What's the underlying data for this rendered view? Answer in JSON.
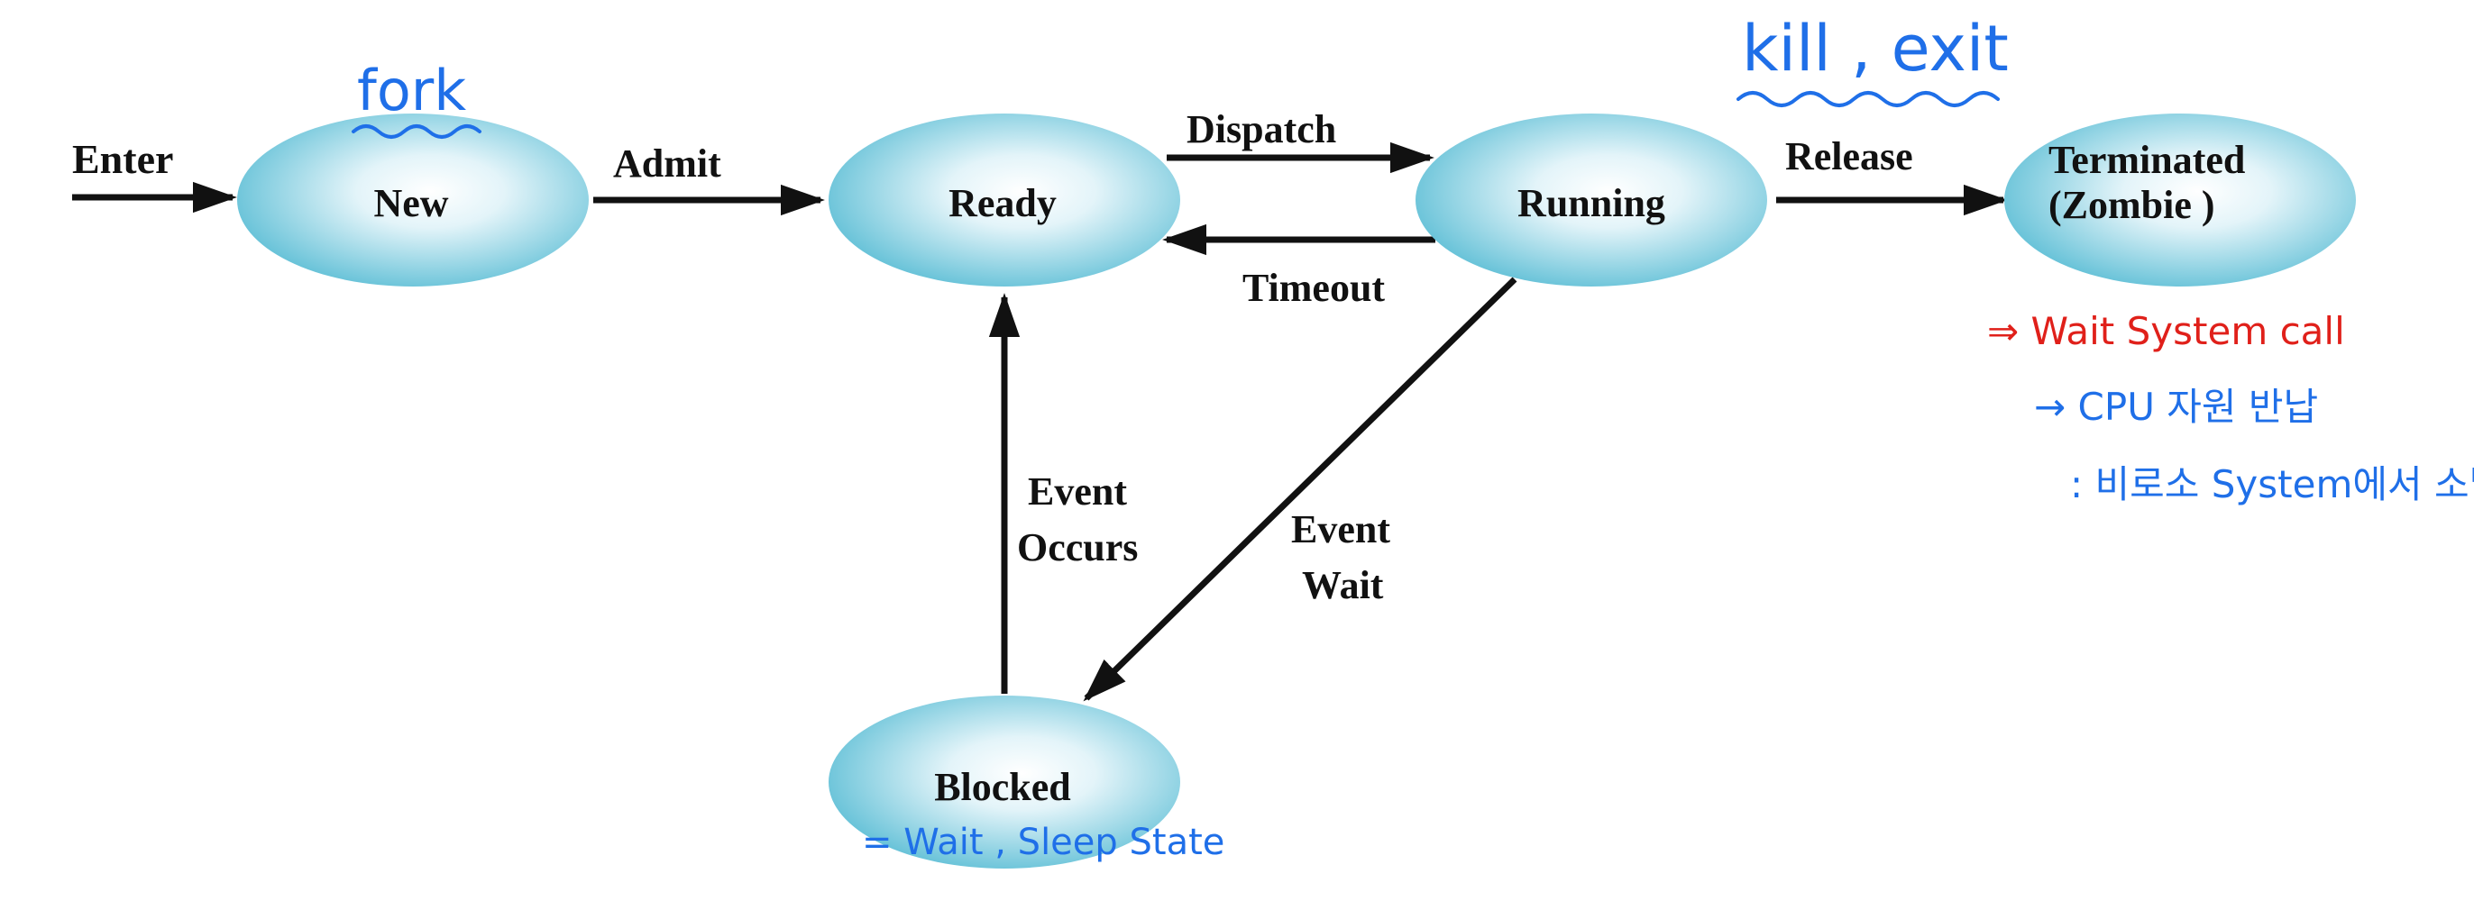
{
  "states": {
    "new": "New",
    "ready": "Ready",
    "running": "Running",
    "terminated_line1": "Terminated",
    "terminated_line2": "(Zombie )",
    "blocked": "Blocked"
  },
  "transitions": {
    "enter": "Enter",
    "admit": "Admit",
    "dispatch": "Dispatch",
    "timeout": "Timeout",
    "release": "Release",
    "event_occurs_line1": "Event",
    "event_occurs_line2": "Occurs",
    "event_wait_line1": "Event",
    "event_wait_line2": "Wait"
  },
  "annotations": {
    "fork": "fork",
    "kill_exit": "kill , exit",
    "wait_system_call": "⇒ Wait System call",
    "cpu_return": "→ CPU 자원 반납",
    "remove_from_system": ": 비로소 System에서 소멸",
    "blocked_note": "= Wait , Sleep State"
  },
  "colors": {
    "ellipse_center": "#ffffff",
    "ellipse_edge": "#5fbfd6",
    "annotation_blue": "#1f6fe8",
    "annotation_red": "#e0201a"
  }
}
